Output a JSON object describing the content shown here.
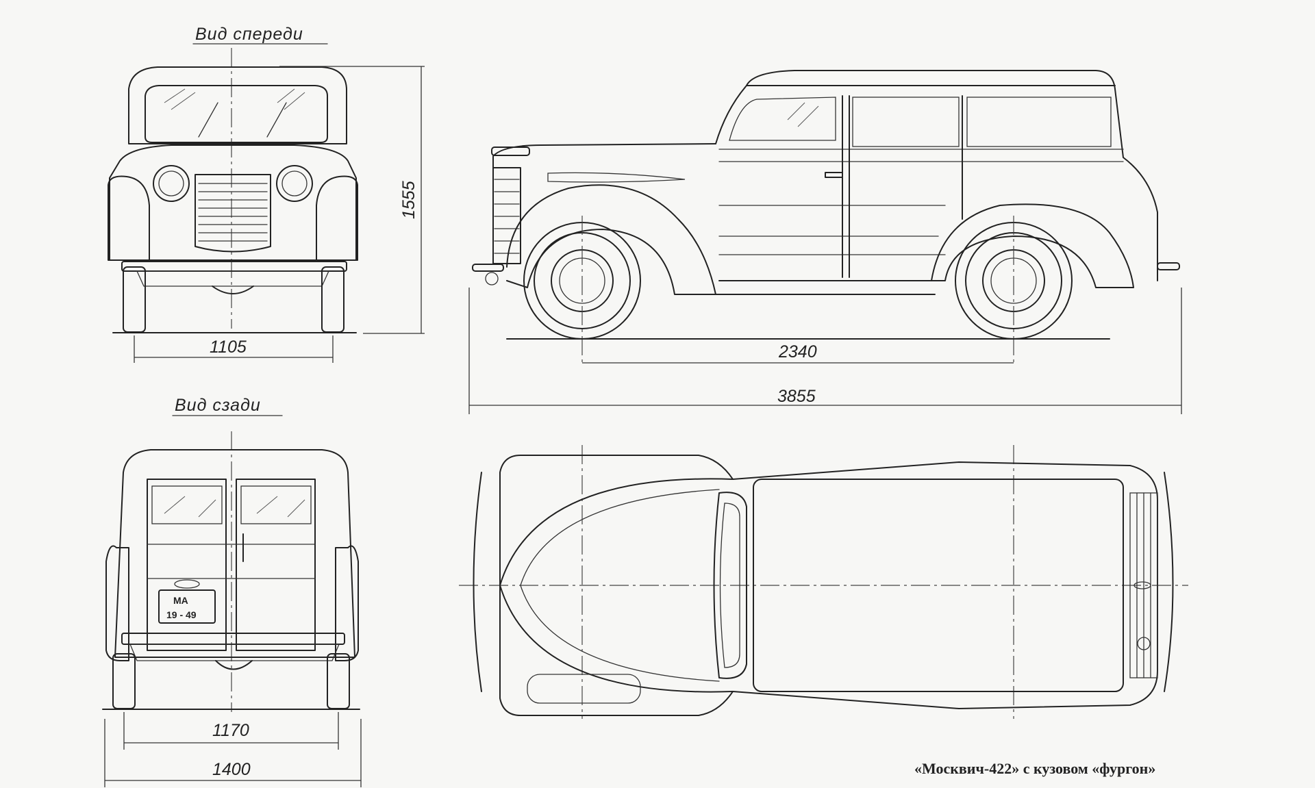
{
  "views": {
    "front_title": "Вид спереди",
    "rear_title": "Вид сзади"
  },
  "dimensions": {
    "height": "1555",
    "front_track": "1105",
    "wheelbase": "2340",
    "overall_length": "3855",
    "rear_track": "1170",
    "overall_width": "1400"
  },
  "plate": {
    "line1": "MA",
    "line2": "19 - 49"
  },
  "caption": "«Москвич-422» с кузовом «фургон»",
  "colors": {
    "ink": "#222222",
    "paper": "#f7f7f5"
  }
}
